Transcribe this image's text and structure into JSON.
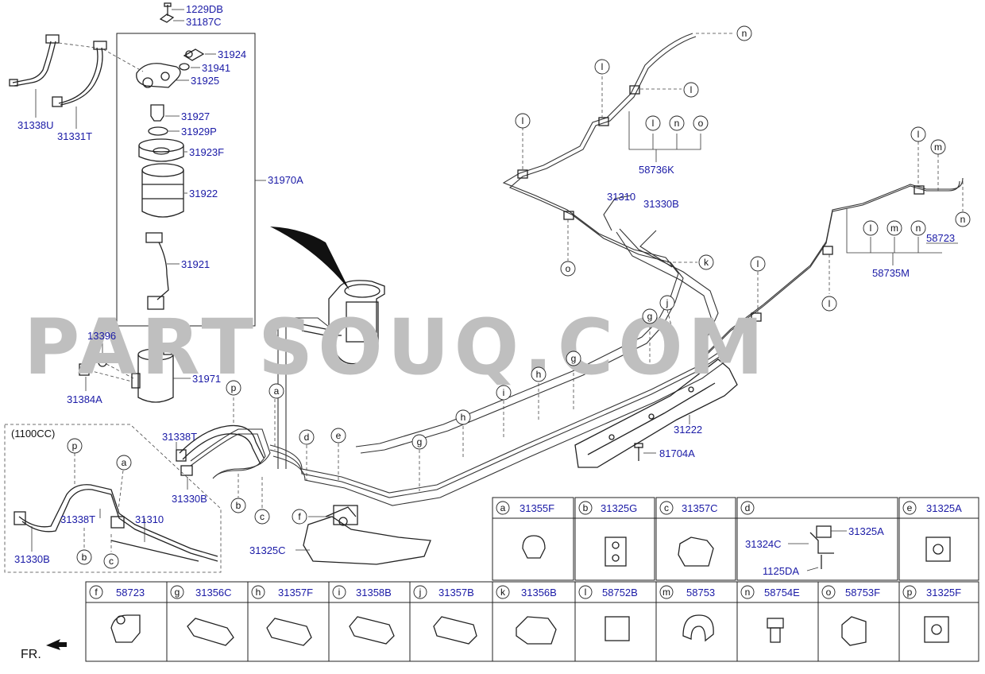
{
  "watermark": "PARTSOUQ.COM",
  "variant_note": "(1100CC)",
  "direction_label": "FR.",
  "part_labels": {
    "p1229DB": "1229DB",
    "p31187C": "31187C",
    "p31924": "31924",
    "p31941": "31941",
    "p31925": "31925",
    "p31927": "31927",
    "p31929P": "31929P",
    "p31923F": "31923F",
    "p31922": "31922",
    "p31970A": "31970A",
    "p31921": "31921",
    "p31338U": "31338U",
    "p31331T": "31331T",
    "p13396": "13396",
    "p31971": "31971",
    "p31384A": "31384A",
    "p31338T_main": "31338T",
    "p31330B_main": "31330B",
    "p31338T_inset": "31338T",
    "p31310_inset": "31310",
    "p31330B_inset": "31330B",
    "p31310": "31310",
    "p31330B": "31330B",
    "p58736K": "58736K",
    "p58723": "58723",
    "p58735M": "58735M",
    "p31222": "31222",
    "p81704A": "81704A",
    "p31325C": "31325C"
  },
  "callouts": {
    "n_top": "n",
    "l_top": "l",
    "l_mid": "l",
    "l_left": "l",
    "l_1": "l",
    "n_1": "n",
    "o_1": "o",
    "l_right": "l",
    "m_right": "m",
    "n_right": "n",
    "k": "k",
    "o_bottom": "o",
    "l_2": "l",
    "m_2": "m",
    "n_2": "n",
    "l_lower": "l",
    "l_lower2": "l",
    "j": "j",
    "g_1": "g",
    "g_2": "g",
    "h_1": "h",
    "i_1": "i",
    "h_2": "h",
    "g_3": "g",
    "e": "e",
    "d": "d",
    "a": "a",
    "p": "p",
    "b": "b",
    "c": "c",
    "f": "f",
    "a_inset": "a",
    "p_inset": "p",
    "b_inset": "b",
    "c_inset": "c"
  },
  "table": {
    "row1": [
      {
        "letter": "a",
        "part": "31355F"
      },
      {
        "letter": "b",
        "part": "31325G"
      },
      {
        "letter": "c",
        "part": "31357C"
      },
      {
        "letter": "d",
        "part": ""
      },
      {
        "letter": "e",
        "part": "31325A"
      }
    ],
    "row1_d_parts": {
      "left": "31324C",
      "right": "31325A",
      "bottom": "1125DA"
    },
    "row2": [
      {
        "letter": "f",
        "part": "58723"
      },
      {
        "letter": "g",
        "part": "31356C"
      },
      {
        "letter": "h",
        "part": "31357F"
      },
      {
        "letter": "i",
        "part": "31358B"
      },
      {
        "letter": "j",
        "part": "31357B"
      },
      {
        "letter": "k",
        "part": "31356B"
      },
      {
        "letter": "l",
        "part": "58752B"
      },
      {
        "letter": "m",
        "part": "58753"
      },
      {
        "letter": "n",
        "part": "58754E"
      },
      {
        "letter": "o",
        "part": "58753F"
      },
      {
        "letter": "p",
        "part": "31325F"
      }
    ]
  },
  "colors": {
    "label": "#1a1aa6",
    "line": "#222222",
    "watermark": "#bfbfbf"
  }
}
